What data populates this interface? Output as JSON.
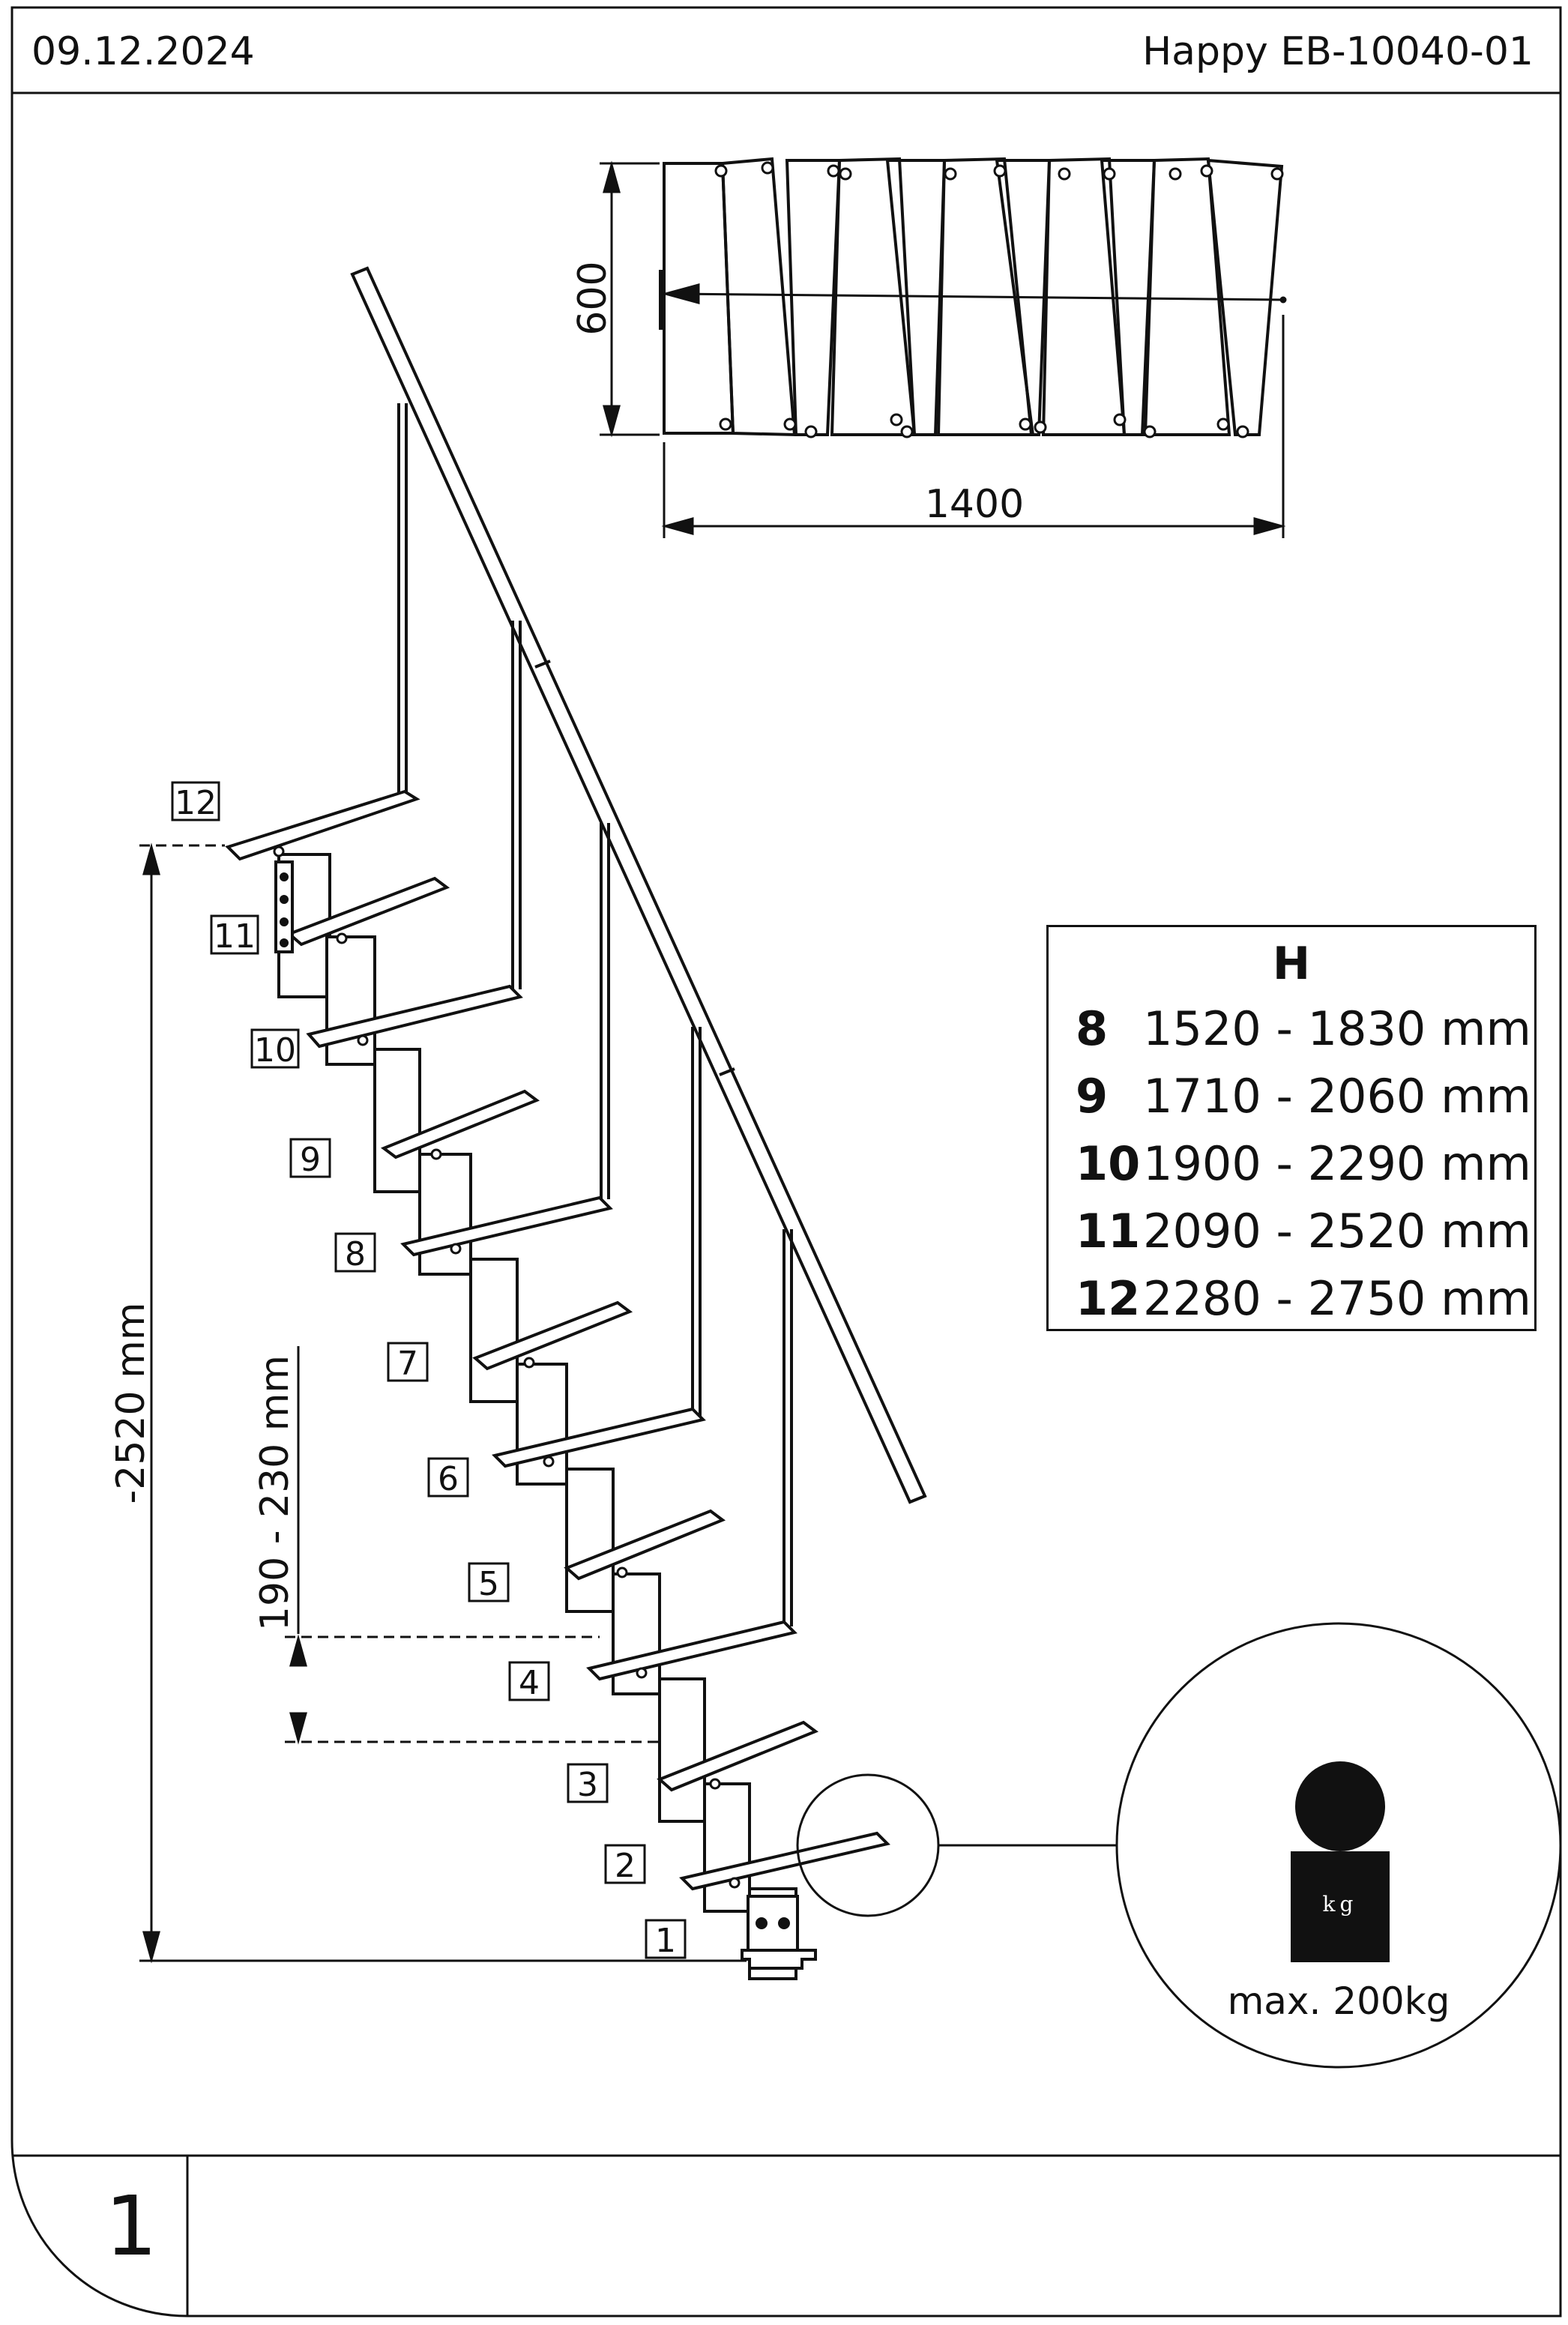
{
  "header": {
    "date": "09.12.2024",
    "doc_code": "Happy EB-10040-01"
  },
  "top_view": {
    "depth_label": "600",
    "width_label": "1400"
  },
  "side_view": {
    "total_height_label": "-2520 mm",
    "riser_height_label": "190 - 230 mm",
    "step_numbers": [
      "1",
      "2",
      "3",
      "4",
      "5",
      "6",
      "7",
      "8",
      "9",
      "10",
      "11",
      "12"
    ]
  },
  "height_table": {
    "header": "H",
    "rows": [
      {
        "steps": "8",
        "range": "1520 - 1830 mm"
      },
      {
        "steps": "9",
        "range": "1710 - 2060 mm"
      },
      {
        "steps": "10",
        "range": "1900 - 2290 mm"
      },
      {
        "steps": "11",
        "range": "2090 - 2520 mm"
      },
      {
        "steps": "12",
        "range": "2280 - 2750 mm"
      }
    ]
  },
  "load": {
    "weight_icon_label": "kg",
    "max_label": "max. 200kg"
  },
  "footer": {
    "page_number": "1"
  }
}
